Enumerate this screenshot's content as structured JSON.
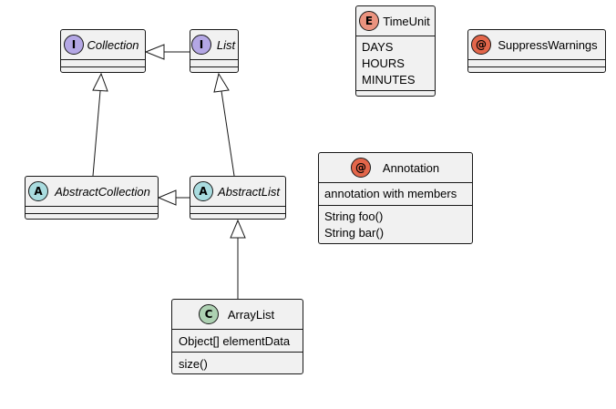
{
  "colors": {
    "interface_badge": "#b4a7e5",
    "abstract_badge": "#a9dcdf",
    "class_badge": "#add1b2",
    "enum_badge": "#eb937f",
    "annotation_badge": "#e3664a",
    "box_fill": "#f1f1f1",
    "border": "#181818"
  },
  "nodes": {
    "collection": {
      "badge": "I",
      "name": "Collection"
    },
    "list": {
      "badge": "I",
      "name": "List"
    },
    "abstract_collection": {
      "badge": "A",
      "name": "AbstractCollection"
    },
    "abstract_list": {
      "badge": "A",
      "name": "AbstractList"
    },
    "array_list": {
      "badge": "C",
      "name": "ArrayList",
      "fields": [
        "Object[] elementData"
      ],
      "methods": [
        "size()"
      ]
    },
    "time_unit": {
      "badge": "E",
      "name": "TimeUnit",
      "values": [
        "DAYS",
        "HOURS",
        "MINUTES"
      ]
    },
    "suppress_warnings": {
      "badge": "@",
      "name": "SuppressWarnings"
    },
    "annotation": {
      "badge": "@",
      "name": "Annotation",
      "fields": [
        "annotation with members"
      ],
      "methods": [
        "String foo()",
        "String bar()"
      ]
    }
  }
}
